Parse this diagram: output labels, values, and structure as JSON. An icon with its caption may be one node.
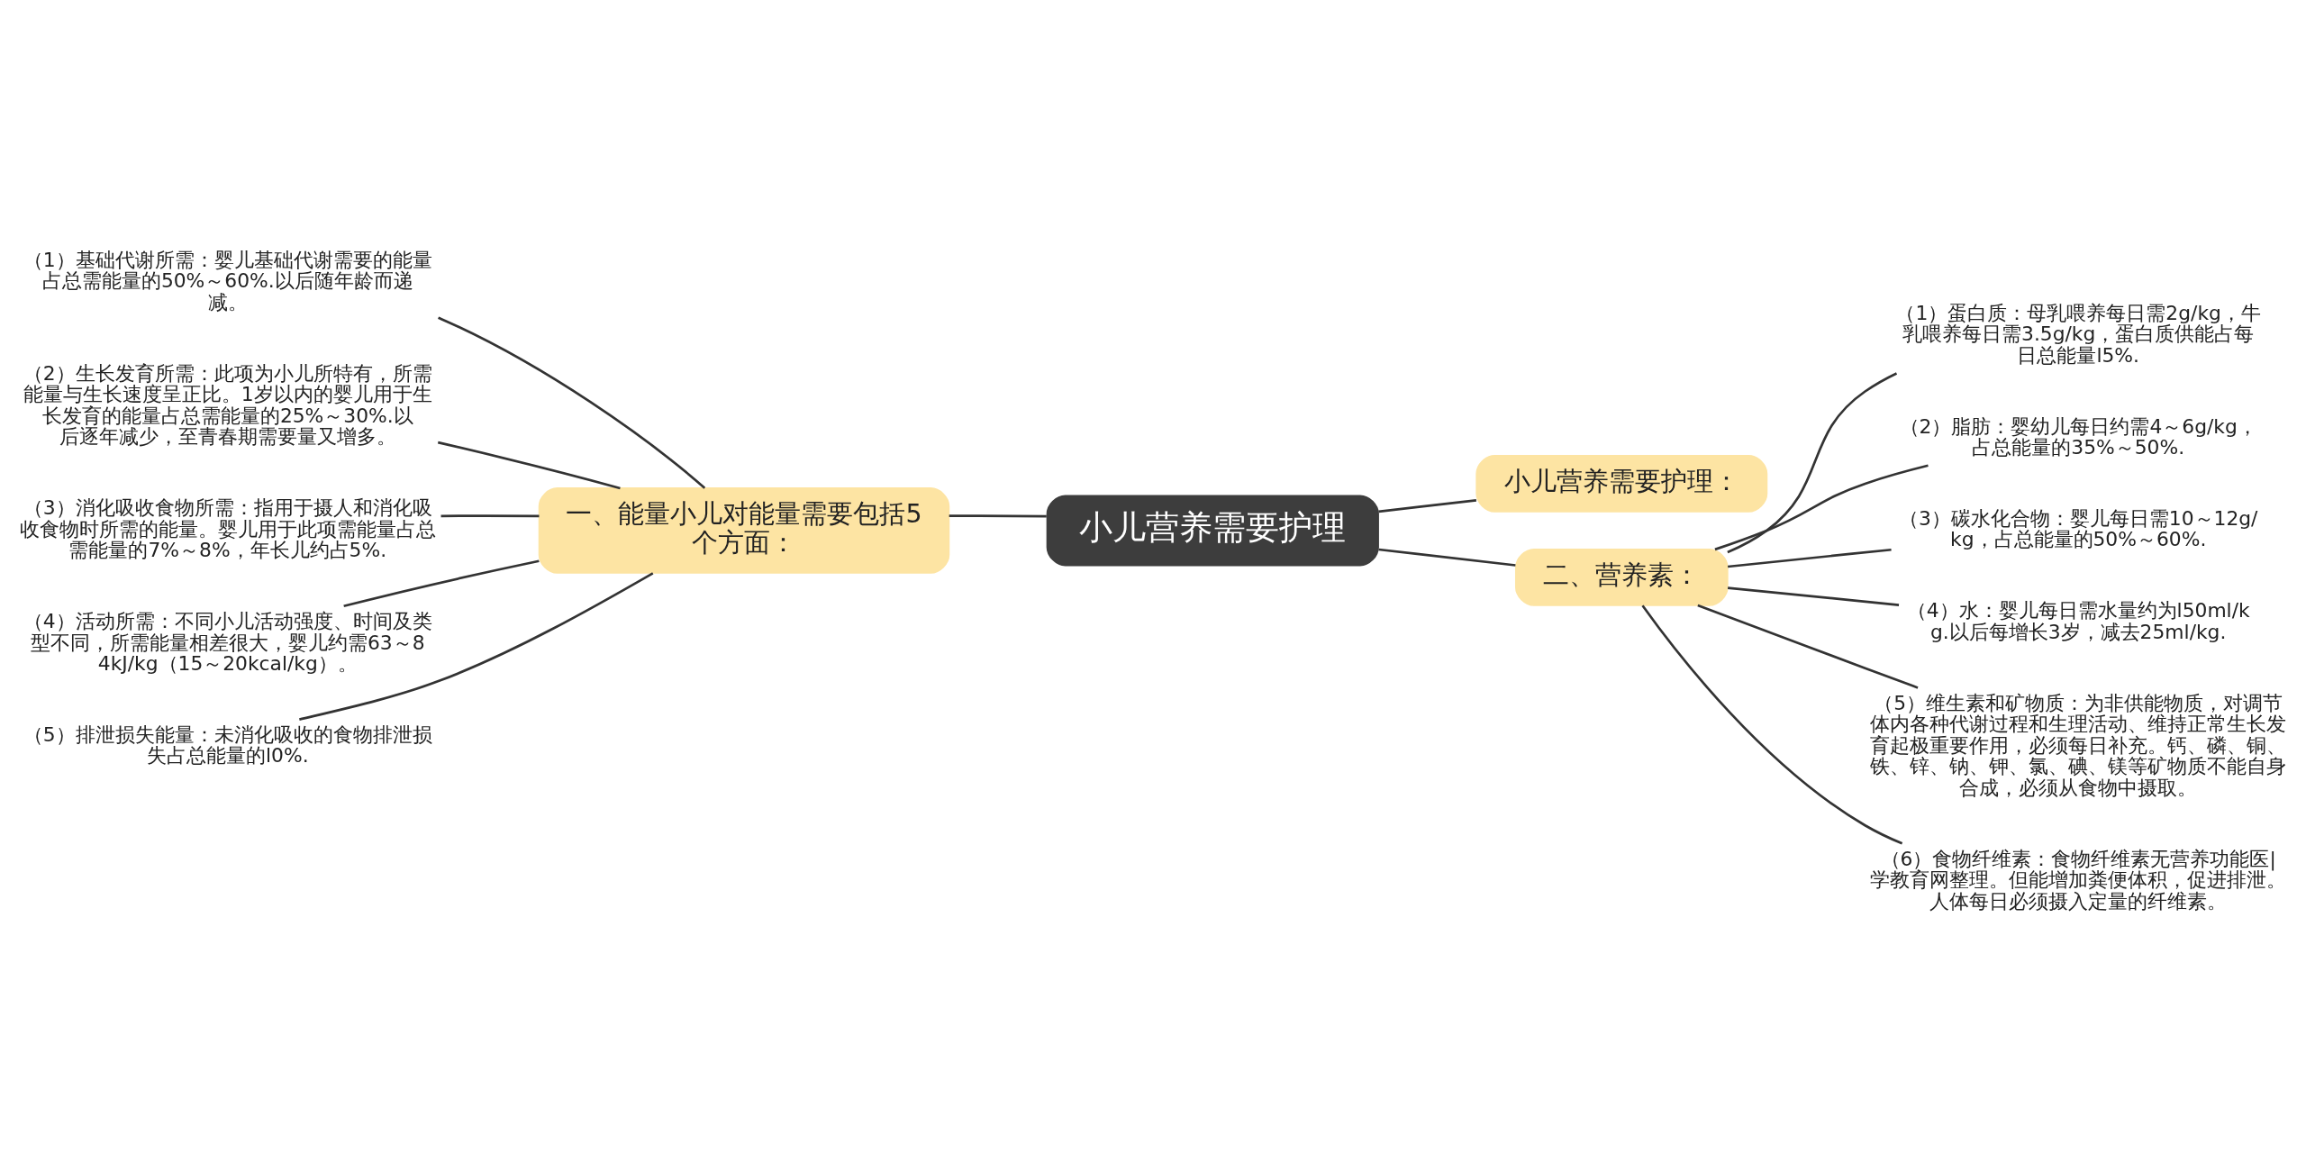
{
  "diagram": {
    "nodes": [
      {
        "text": [
          "小儿营养需要护理"
        ]
      },
      {
        "text": [
          "一、能量小儿对能量需要包括5个方面："
        ]
      },
      {
        "text": [
          "（1）基础代谢所需：婴儿基础代谢需要的能量占总需能量的50%～60%.以后随年龄而递减。"
        ]
      },
      {
        "text": [
          "（2）生长发育所需：此项为小儿所特有，所需能量与生长速度呈正比。1岁以内的婴儿用于生长发育的能量占总需能量的25%～30%.以后逐年减少，至青春期需要量又增多。"
        ]
      },
      {
        "text": [
          "（3）消化吸收食物所需：指用于摄人和消化吸收食物时所需的能量。婴儿用于此项需能量占总需能量的7%～8%，年长儿约占5%."
        ]
      },
      {
        "text": [
          "（4）活动所需：不同小儿活动强度、时间及类型不同，所需能量相差很大，婴儿约需63～84kJ/kg（15～20kcal/kg）。"
        ]
      },
      {
        "text": [
          "（5）排泄损失能量：未消化吸收的食物排泄损失占总能量的l0%."
        ]
      },
      {
        "text": [
          "小儿营养需要护理："
        ]
      },
      {
        "text": [
          "二、营养素："
        ]
      },
      {
        "text": [
          "（1）蛋白质：母乳喂养每日需2g/kg，牛乳喂养每日需3.5g/kg，蛋白质供能占每日总能量l5%."
        ]
      },
      {
        "text": [
          "（2）脂肪：婴幼儿每日约需4～6g/kg，占总能量的35%～50%."
        ]
      },
      {
        "text": [
          "（3）碳水化合物：婴儿每日需10～12g/kg，占总能量的50%～60%."
        ]
      },
      {
        "text": [
          "（4）水：婴儿每日需水量约为l50ml/kg.以后每增长3岁，减去25ml/kg."
        ]
      },
      {
        "text": [
          "（5）维生素和矿物质：为非供能物质，对调节体内各种代谢过程和生理活动、维持正常生长发育起极重要作用，必须每日补充。钙、磷、铜、铁、锌、钠、钾、氯、碘、镁等矿物质不能自身合成，必须从食物中摄取。"
        ]
      },
      {
        "text": [
          "（6）食物纤维素：食物纤维素无营养功能医|学教育网整理。但能增加粪便体积，促进排泄。人体每日必须摄入定量的纤维素。"
        ]
      }
    ],
    "edges": [
      {
        "from": 0,
        "to": 1,
        "arrow": "none"
      },
      {
        "from": 1,
        "to": 2,
        "arrow": "none"
      },
      {
        "from": 1,
        "to": 3,
        "arrow": "none"
      },
      {
        "from": 1,
        "to": 4,
        "arrow": "none"
      },
      {
        "from": 1,
        "to": 5,
        "arrow": "none"
      },
      {
        "from": 1,
        "to": 6,
        "arrow": "none"
      },
      {
        "from": 0,
        "to": 7,
        "arrow": "none"
      },
      {
        "from": 0,
        "to": 8,
        "arrow": "none"
      },
      {
        "from": 8,
        "to": 9,
        "arrow": "none"
      },
      {
        "from": 8,
        "to": 10,
        "arrow": "none"
      },
      {
        "from": 8,
        "to": 11,
        "arrow": "none"
      },
      {
        "from": 8,
        "to": 12,
        "arrow": "none"
      },
      {
        "from": 8,
        "to": 13,
        "arrow": "none"
      },
      {
        "from": 8,
        "to": 14,
        "arrow": "none"
      }
    ]
  }
}
